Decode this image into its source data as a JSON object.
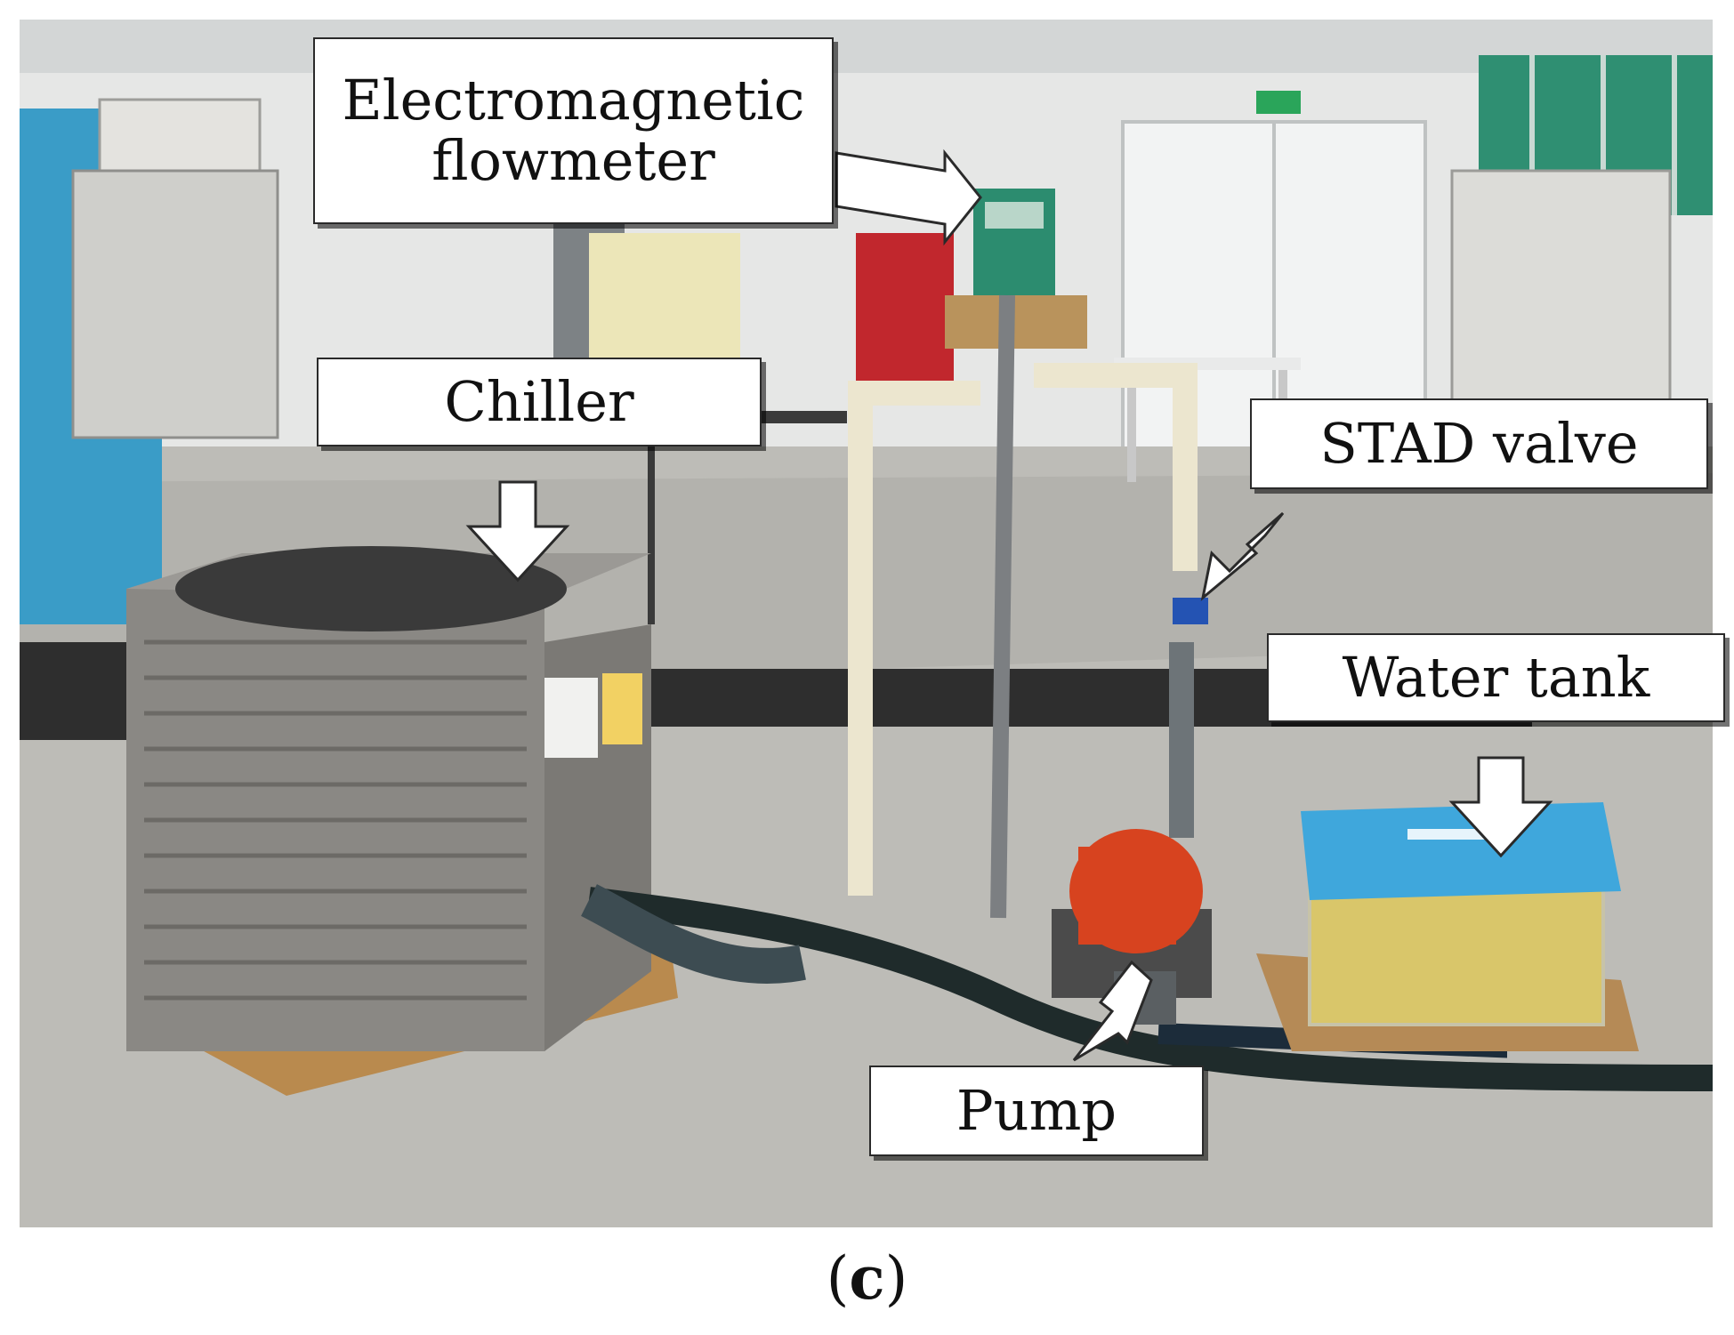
{
  "figure": {
    "callouts": {
      "flowmeter_line1": "Electromagnetic",
      "flowmeter_line2": "flowmeter",
      "chiller": "Chiller",
      "stad_valve": "STAD valve",
      "water_tank": "Water tank",
      "pump": "Pump"
    },
    "panel_label": {
      "open": "(",
      "letter": "c",
      "close": ")"
    }
  },
  "colors": {
    "floor": "#bdbcb7",
    "wall": "#e6e7e6",
    "chiller_body": "#8a8884",
    "pump": "#d7431f",
    "tank_lid": "#3fa7dc",
    "tank_water": "#d9c66a",
    "pipe_cream": "#ece6cf",
    "flowmeter_green": "#2c8c6f"
  }
}
